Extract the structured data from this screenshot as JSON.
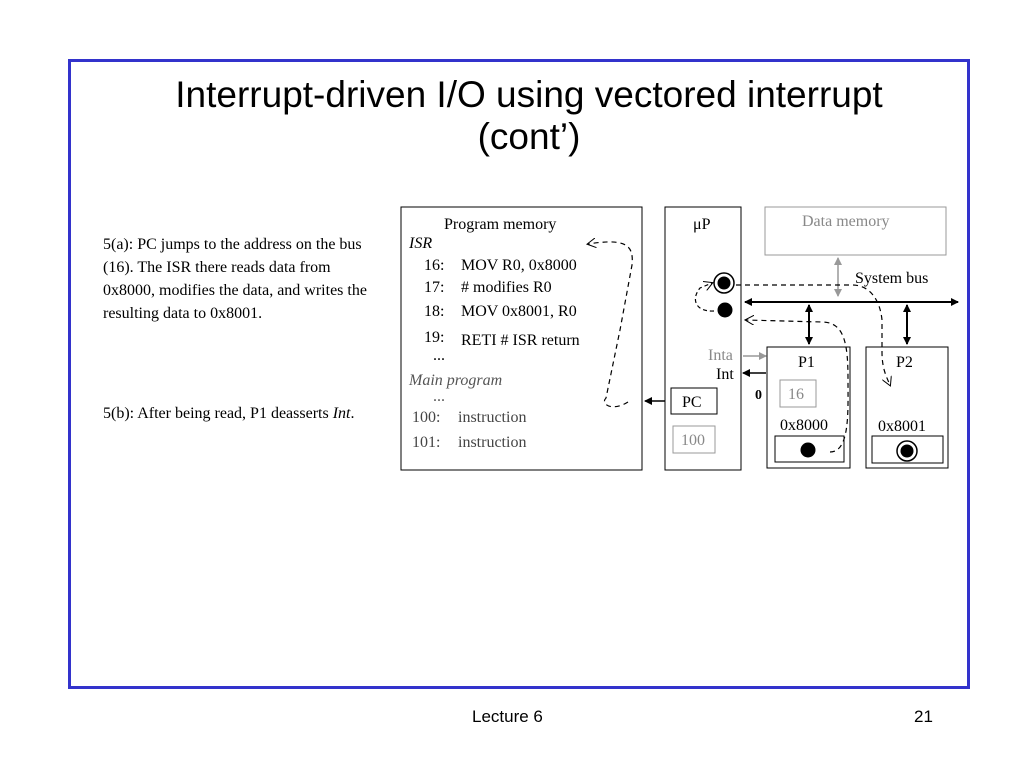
{
  "slide": {
    "title_line1": "Interrupt-driven I/O using vectored interrupt",
    "title_line2": "(cont’)",
    "text_5a": "5(a): PC jumps to the address on the bus (16).  The ISR there reads data from 0x8000, modifies the data, and writes the resulting data to 0x8001.",
    "text_5b_prefix": "5(b): After being read, P1 deasserts ",
    "text_5b_italic": "Int",
    "text_5b_suffix": ".",
    "footer_left": "Lecture 6",
    "footer_right": "21",
    "frame_color": "#3333cc"
  },
  "diagram": {
    "program_memory_title": "Program memory",
    "isr_label": "ISR",
    "isr_lines": [
      {
        "num": "16:",
        "text": "MOV R0, 0x8000"
      },
      {
        "num": "17:",
        "text": "# modifies R0"
      },
      {
        "num": "18:",
        "text": "MOV 0x8001, R0"
      },
      {
        "num": "19:",
        "text": "RETI  # ISR return"
      }
    ],
    "ellipsis_1": "...",
    "main_program_label": "Main program",
    "ellipsis_2": "...",
    "main_lines": [
      {
        "num": "100:",
        "text": "instruction"
      },
      {
        "num": "101:",
        "text": "instruction"
      }
    ],
    "up_label": "μP",
    "pc_label": "PC",
    "pc_value": "100",
    "data_memory_label": "Data memory",
    "system_bus_label": "System bus",
    "inta_label": "Inta",
    "int_label": "Int",
    "int_value": "0",
    "p1_label": "P1",
    "p1_vector": "16",
    "p1_address": "0x8000",
    "p2_label": "P2",
    "p2_address": "0x8001"
  }
}
